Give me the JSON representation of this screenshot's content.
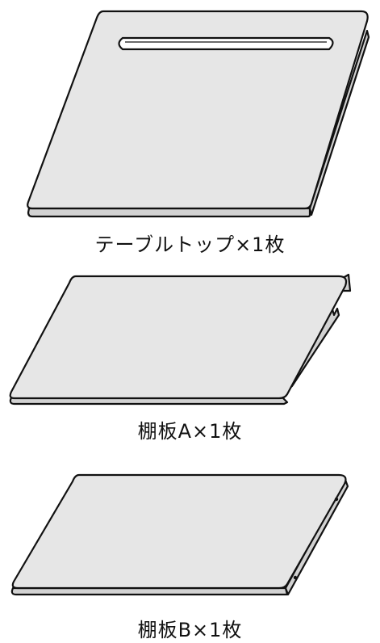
{
  "parts": [
    {
      "label": "テーブルトップ×1枚"
    },
    {
      "label": "棚板A×1枚"
    },
    {
      "label": "棚板B×1枚"
    }
  ],
  "colors": {
    "panel_fill": "#e6e6e6",
    "edge_fill": "#d2d2d2",
    "stroke": "#111111"
  }
}
